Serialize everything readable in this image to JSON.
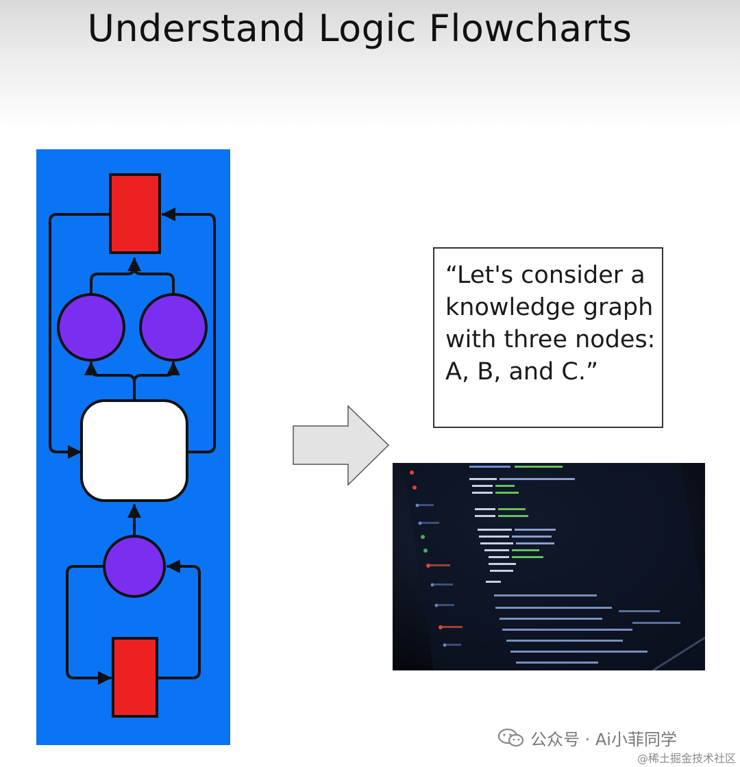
{
  "slide": {
    "title": "Understand Logic Flowcharts"
  },
  "quote": {
    "text": "“Let's consider a knowledge graph with three nodes: A, B, and C.”"
  },
  "colors": {
    "panel_background": "#0a74f5",
    "rect_node": "#ed2121",
    "circle_node": "#7a2ef0",
    "center_node": "#ffffff",
    "stroke": "#111111",
    "arrow_fill": "#e3e3e3"
  },
  "flowchart": {
    "nodes": [
      {
        "id": "top-rect",
        "shape": "rectangle"
      },
      {
        "id": "left-circle",
        "shape": "circle"
      },
      {
        "id": "right-circle",
        "shape": "circle"
      },
      {
        "id": "center-box",
        "shape": "rounded-rectangle"
      },
      {
        "id": "lower-circle",
        "shape": "circle"
      },
      {
        "id": "bottom-rect",
        "shape": "rectangle"
      }
    ],
    "edges": [
      {
        "from": "left-circle",
        "to": "top-rect"
      },
      {
        "from": "right-circle",
        "to": "top-rect"
      },
      {
        "from": "top-rect",
        "to": "center-box"
      },
      {
        "from": "center-box",
        "to": "top-rect"
      },
      {
        "from": "center-box",
        "to": "left-circle"
      },
      {
        "from": "center-box",
        "to": "right-circle"
      },
      {
        "from": "lower-circle",
        "to": "center-box"
      },
      {
        "from": "lower-circle",
        "to": "bottom-rect"
      },
      {
        "from": "bottom-rect",
        "to": "lower-circle"
      }
    ]
  },
  "watermark": {
    "icon": "wechat-icon",
    "text": "公众号 · Ai小菲同学"
  },
  "source": {
    "text": "@稀土掘金技术社区"
  }
}
